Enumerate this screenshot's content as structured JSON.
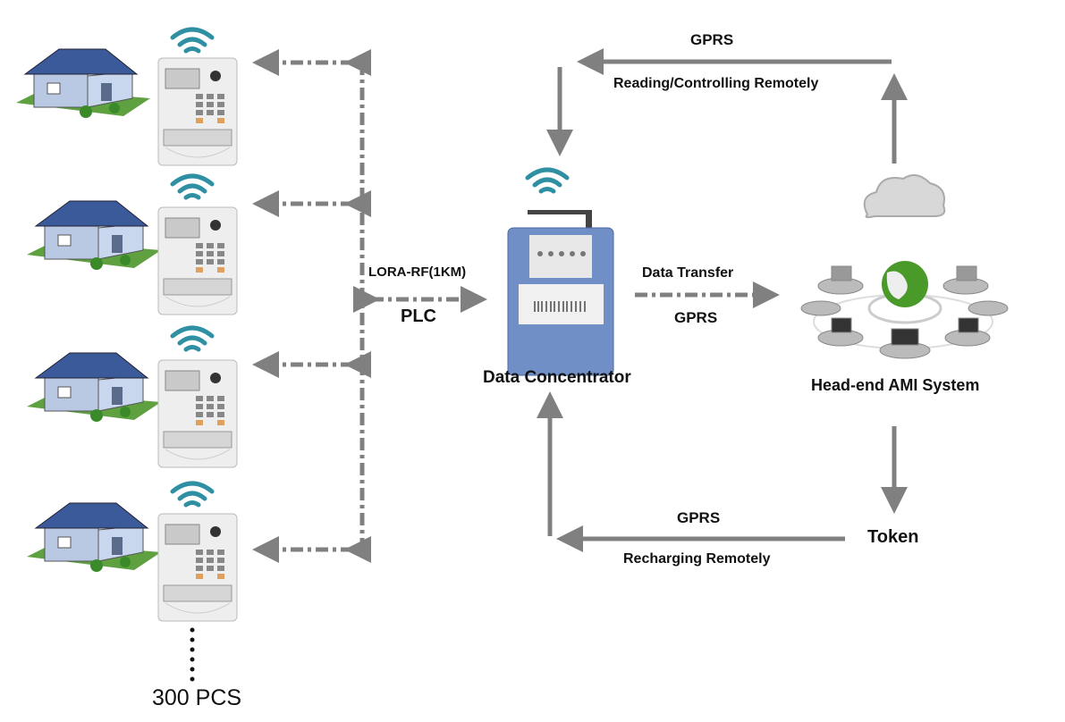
{
  "labels": {
    "lora": "LORA-RF(1KM)",
    "plc": "PLC",
    "concentrator": "Data Concentrator",
    "data_transfer": "Data Transfer",
    "gprs_mid": "GPRS",
    "headend": "Head-end AMI System",
    "gprs_top": "GPRS",
    "reading": "Reading/Controlling Remotely",
    "gprs_bottom": "GPRS",
    "recharging": "Recharging Remotely",
    "token": "Token",
    "count": "300 PCS"
  },
  "colors": {
    "arrow": "#808080",
    "wifi": "#2f8fa3",
    "roof": "#3a5a9a",
    "wall": "#b9c9e4",
    "concentrator": "#6f8fc6",
    "globe": "#4a9a2a"
  }
}
